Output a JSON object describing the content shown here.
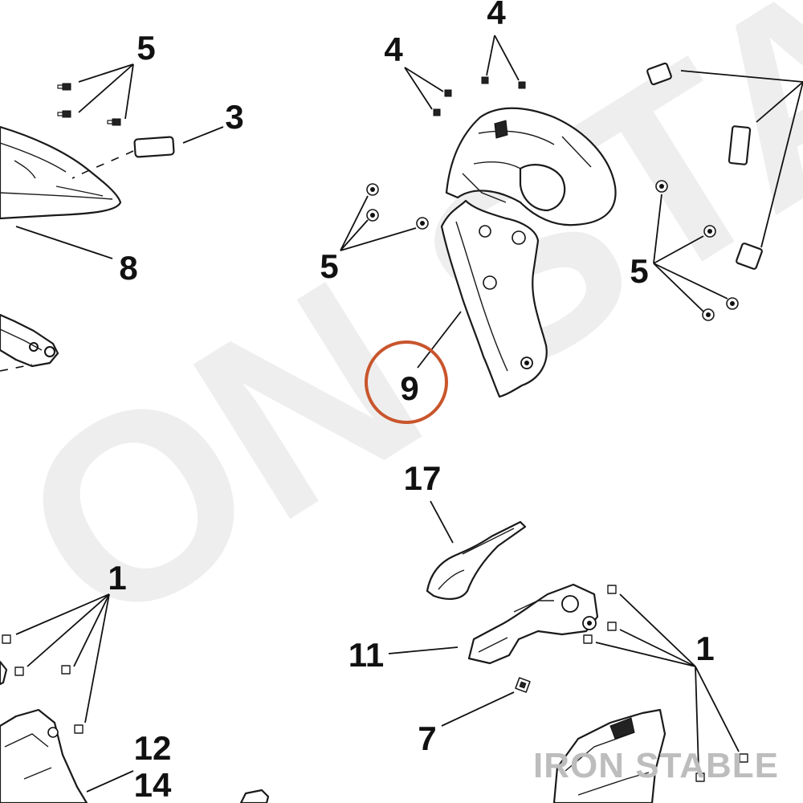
{
  "watermark": "IRON STABLE",
  "callouts": [
    {
      "id": "5-top-left",
      "label": "5"
    },
    {
      "id": "3",
      "label": "3"
    },
    {
      "id": "8",
      "label": "8"
    },
    {
      "id": "4-top",
      "label": "4"
    },
    {
      "id": "4-mid",
      "label": "4"
    },
    {
      "id": "5-center",
      "label": "5"
    },
    {
      "id": "5-right",
      "label": "5"
    },
    {
      "id": "9",
      "label": "9"
    },
    {
      "id": "17",
      "label": "17"
    },
    {
      "id": "1-left",
      "label": "1"
    },
    {
      "id": "1-right",
      "label": "1"
    },
    {
      "id": "11",
      "label": "11"
    },
    {
      "id": "7",
      "label": "7"
    },
    {
      "id": "12",
      "label": "12"
    },
    {
      "id": "14",
      "label": "14"
    }
  ],
  "highlight": {
    "label": "9",
    "color": "#c9552c"
  }
}
